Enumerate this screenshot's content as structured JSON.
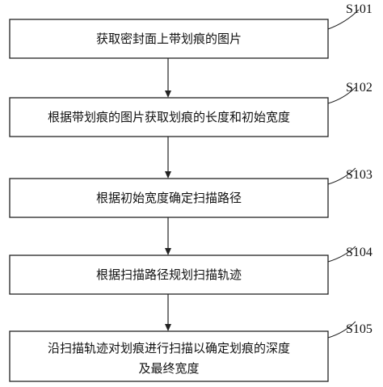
{
  "steps": [
    {
      "id": "S101",
      "text": "获取密封面上带划痕的图片"
    },
    {
      "id": "S102",
      "text": "根据带划痕的图片获取划痕的长度和初始宽度"
    },
    {
      "id": "S103",
      "text": "根据初始宽度确定扫描路径"
    },
    {
      "id": "S104",
      "text": "根据扫描路径规划扫描轨迹"
    },
    {
      "id": "S105",
      "text_line1": "沿扫描轨迹对划痕进行扫描以确定划痕的深度",
      "text_line2": "及最终宽度"
    }
  ]
}
